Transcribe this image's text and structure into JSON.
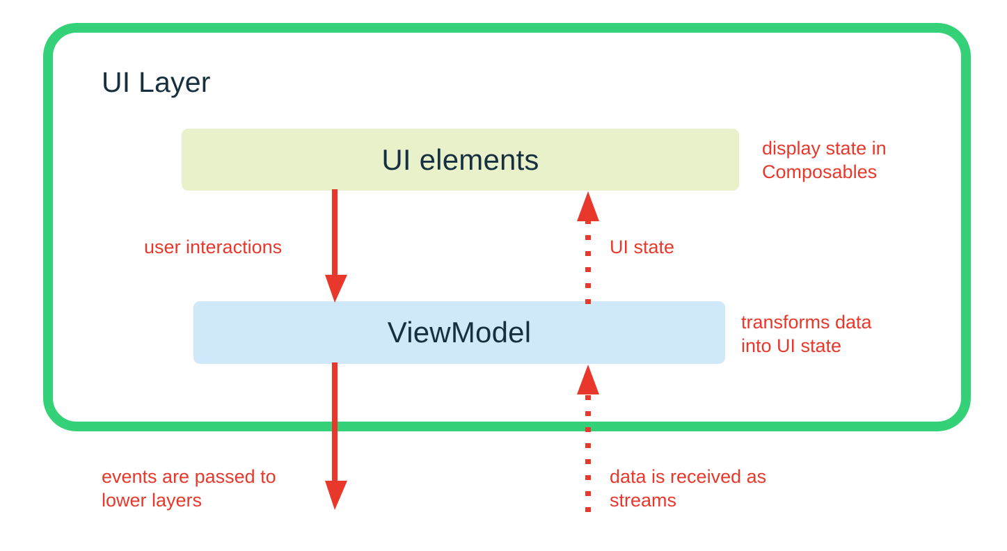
{
  "diagram": {
    "title": "UI Layer",
    "colors": {
      "frame_green": "#34d178",
      "ui_elements_fill": "#e9f1cb",
      "viewmodel_fill": "#cfe9fb",
      "annotation_red": "#e8382c",
      "box_text": "#16303f",
      "background": "#ffffff"
    },
    "boxes": [
      {
        "id": "ui-elements",
        "label": "UI elements"
      },
      {
        "id": "viewmodel",
        "label": "ViewModel"
      }
    ],
    "annotations": {
      "display_state": "display state in\nComposables",
      "transforms_data": "transforms data\ninto UI state",
      "user_interactions": "user interactions",
      "ui_state": "UI state",
      "events_passed": "events are passed to\nlower layers",
      "data_streams": "data is received as\nstreams"
    },
    "arrows": [
      {
        "id": "ui-elements-to-viewmodel",
        "style": "solid",
        "direction": "down",
        "label": "user interactions"
      },
      {
        "id": "viewmodel-to-lower-layers",
        "style": "solid",
        "direction": "down",
        "label": "events are passed to lower layers"
      },
      {
        "id": "viewmodel-to-ui-elements",
        "style": "dotted",
        "direction": "up",
        "label": "UI state"
      },
      {
        "id": "lower-layers-to-viewmodel",
        "style": "dotted",
        "direction": "up",
        "label": "data is received as streams"
      }
    ]
  }
}
